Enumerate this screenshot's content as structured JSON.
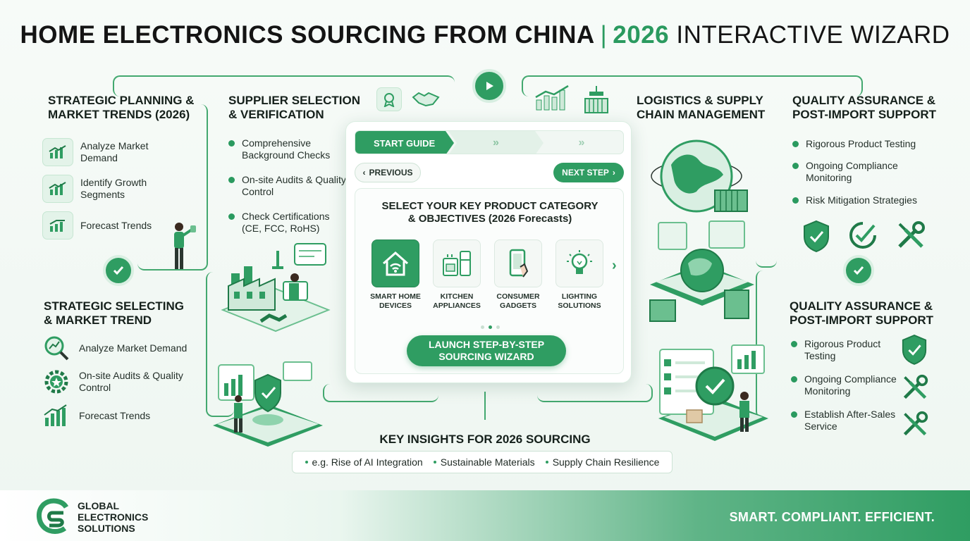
{
  "header": {
    "title_main": "HOME ELECTRONICS SOURCING FROM CHINA",
    "separator": "|",
    "title_year": "2026",
    "title_rest": "INTERACTIVE WIZARD"
  },
  "strategic_planning": {
    "heading_line1": "STRATEGIC PLANNING &",
    "heading_line2": "MARKET TRENDS (2026)",
    "items": [
      "Analyze Market Demand",
      "Identify Growth Segments",
      "Forecast Trends"
    ]
  },
  "strategic_selecting": {
    "heading_line1": "STRATEGIC SELECTING",
    "heading_line2": "& MARKET TREND",
    "items": [
      "Analyze Market Demand",
      "On-site Audits & Quality Control",
      "Forecast Trends"
    ]
  },
  "supplier_selection": {
    "heading_line1": "SUPPLIER SELECTION",
    "heading_line2": "& VERIFICATION",
    "items": [
      "Comprehensive Background Checks",
      "On-site Audits & Quality Control",
      "Check Certifications (CE, FCC, RoHS)"
    ]
  },
  "logistics": {
    "heading_line1": "LOGISTICS & SUPPLY",
    "heading_line2": "CHAIN MANAGEMENT"
  },
  "quality_top": {
    "heading_line1": "QUALITY ASSURANCE &",
    "heading_line2": "POST-IMPORT SUPPORT",
    "items": [
      "Rigorous Product Testing",
      "Ongoing Compliance Monitoring",
      "Risk Mitigation Strategies"
    ]
  },
  "quality_bottom": {
    "heading_line1": "QUALITY ASSURANCE &",
    "heading_line2": "POST-IMPORT SUPPORT",
    "items": [
      "Rigorous Product Testing",
      "Ongoing Compliance Monitoring",
      "Establish After-Sales Service"
    ]
  },
  "wizard": {
    "start_guide": "START GUIDE",
    "step2_glyph": "»",
    "step3_glyph": "»",
    "previous": "PREVIOUS",
    "next_step": "NEXT STEP",
    "question_line1": "SELECT YOUR KEY PRODUCT CATEGORY",
    "question_line2": "& OBJECTIVES (2026 Forecasts)",
    "categories": [
      {
        "line1": "SMART HOME",
        "line2": "DEVICES",
        "icon": "smart-home-icon"
      },
      {
        "line1": "KITCHEN",
        "line2": "APPLIANCES",
        "icon": "kitchen-appliances-icon"
      },
      {
        "line1": "CONSUMER",
        "line2": "GADGETS",
        "icon": "phone-icon"
      },
      {
        "line1": "LIGHTING",
        "line2": "SOLUTIONS",
        "icon": "lightbulb-icon"
      }
    ],
    "launch_line1": "LAUNCH STEP-BY-STEP",
    "launch_line2": "SOURCING WIZARD"
  },
  "insights": {
    "heading": "KEY INSIGHTS FOR 2026 SOURCING",
    "items": [
      "e.g. Rise of AI Integration",
      "Sustainable Materials",
      "Supply Chain Resilience"
    ]
  },
  "footer": {
    "brand_line1": "GLOBAL",
    "brand_line2": "ELECTRONICS",
    "brand_line3": "SOLUTIONS",
    "tagline": "SMART. COMPLIANT. EFFICIENT."
  },
  "colors": {
    "accent": "#2f9d62",
    "accent_light": "#e3f3e9",
    "text": "#1d2a24"
  }
}
